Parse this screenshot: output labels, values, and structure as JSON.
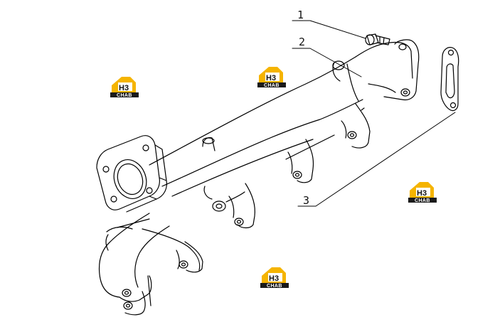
{
  "callouts": [
    {
      "number": "1",
      "part": "bolt"
    },
    {
      "number": "2",
      "part": "exhaust-manifold"
    },
    {
      "number": "3",
      "part": "gasket"
    }
  ],
  "watermark": {
    "mark": "H3",
    "word": "CHAB",
    "colors": {
      "accent": "#f5b400",
      "dark": "#1a1a1a",
      "light": "#ffffff"
    },
    "count": 4
  },
  "line_color": "#000000"
}
